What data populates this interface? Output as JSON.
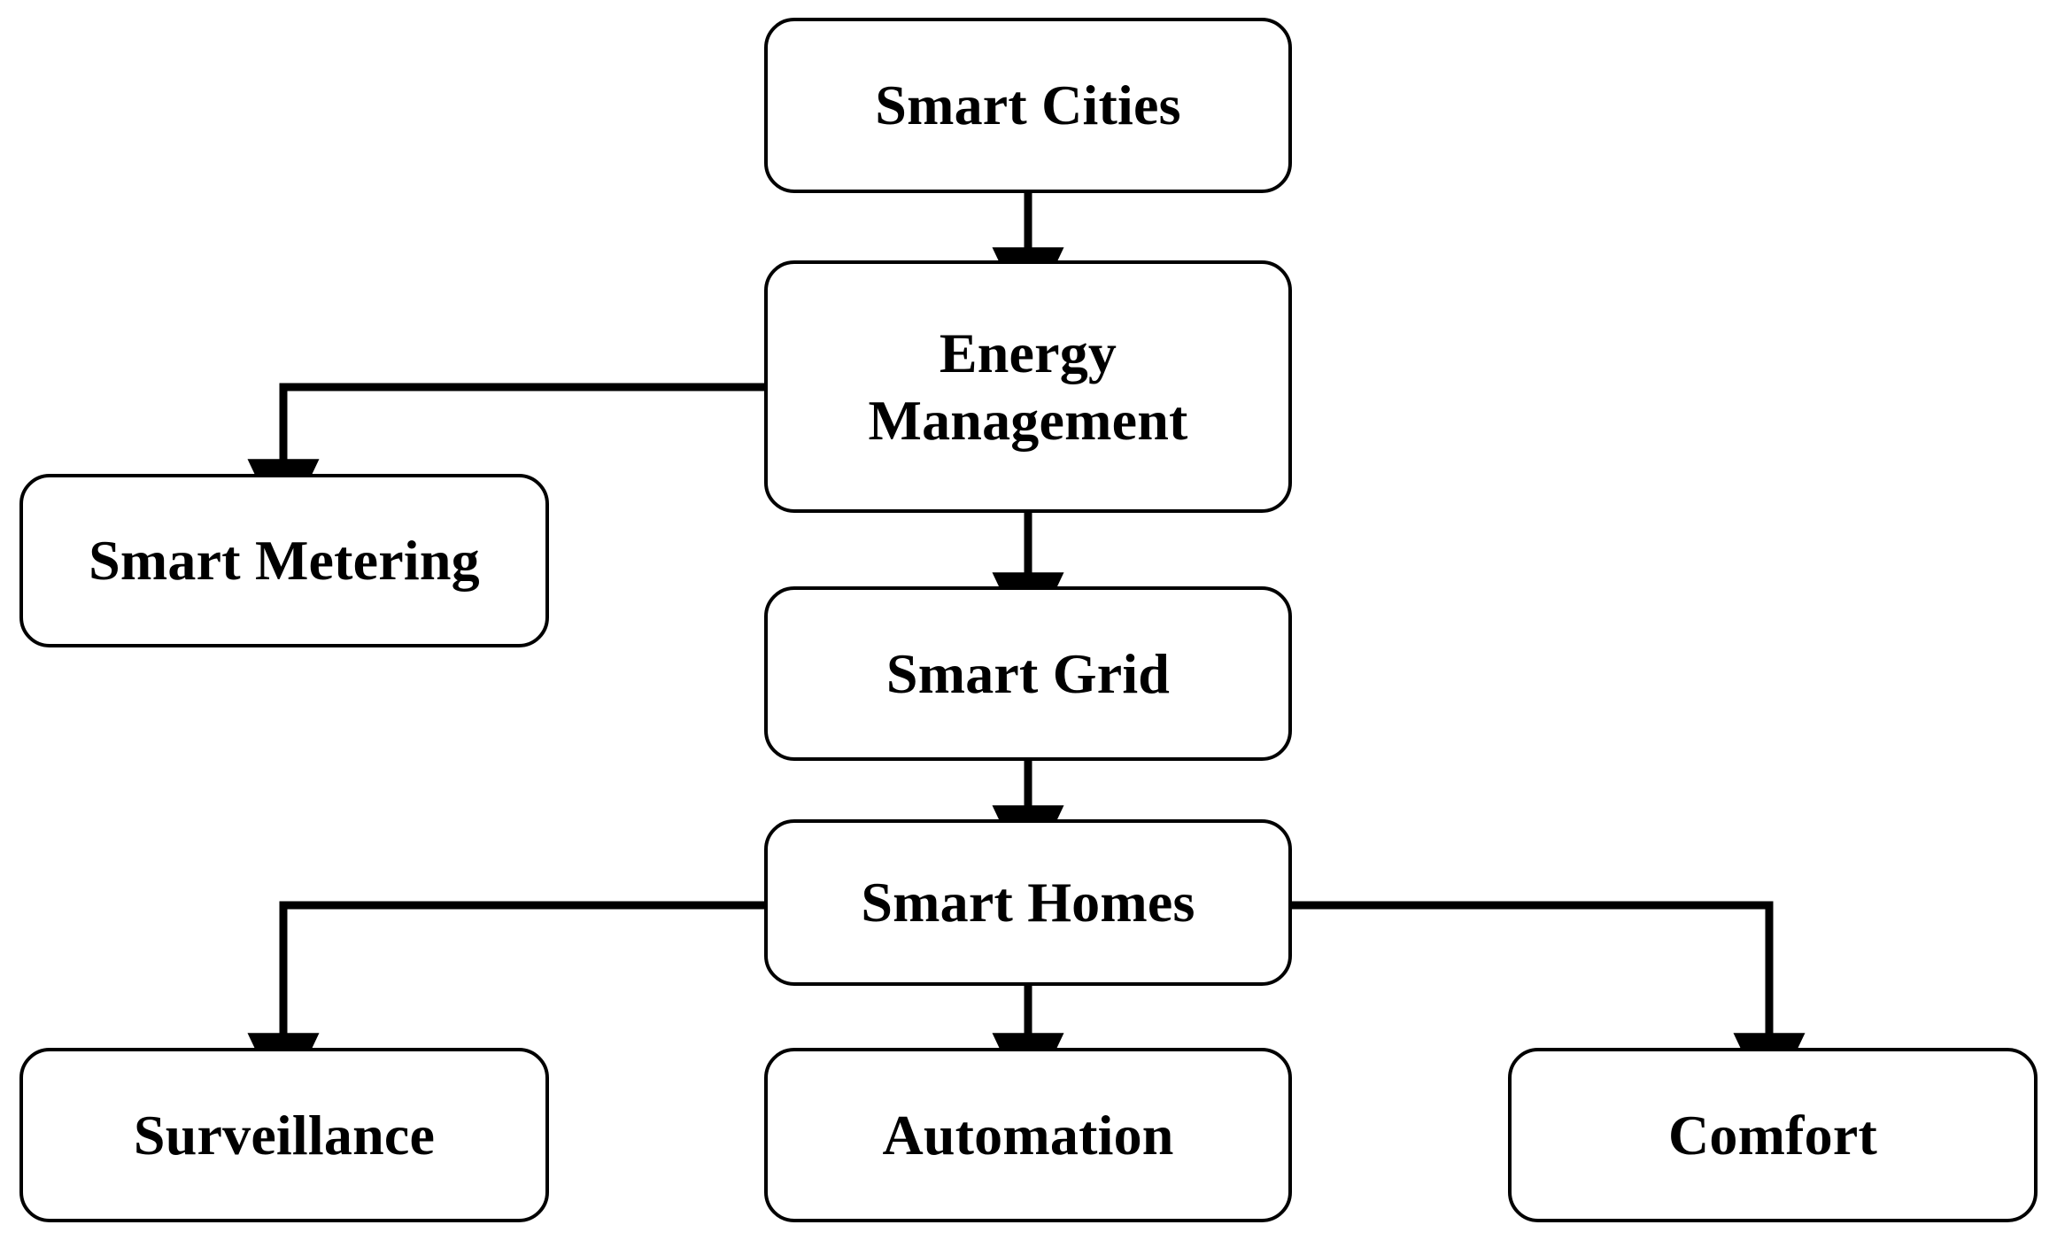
{
  "diagram": {
    "type": "flowchart",
    "orientation": "top-down",
    "background_color": "#FFFFFF",
    "line_color": "#000000",
    "text_color": "#000000",
    "nodes": [
      {
        "id": "smart-cities",
        "label": "Smart Cities"
      },
      {
        "id": "energy-management",
        "label": "Energy\nManagement"
      },
      {
        "id": "smart-metering",
        "label": "Smart Metering"
      },
      {
        "id": "smart-grid",
        "label": "Smart Grid"
      },
      {
        "id": "smart-homes",
        "label": "Smart Homes"
      },
      {
        "id": "surveillance",
        "label": "Surveillance"
      },
      {
        "id": "automation",
        "label": "Automation"
      },
      {
        "id": "comfort",
        "label": "Comfort"
      }
    ],
    "edges": [
      {
        "from": "smart-cities",
        "to": "energy-management",
        "style": "straight-down"
      },
      {
        "from": "energy-management",
        "to": "smart-metering",
        "style": "elbow-left"
      },
      {
        "from": "energy-management",
        "to": "smart-grid",
        "style": "straight-down"
      },
      {
        "from": "smart-grid",
        "to": "smart-homes",
        "style": "straight-down"
      },
      {
        "from": "smart-homes",
        "to": "surveillance",
        "style": "elbow-left"
      },
      {
        "from": "smart-homes",
        "to": "automation",
        "style": "straight-down"
      },
      {
        "from": "smart-homes",
        "to": "comfort",
        "style": "elbow-right"
      }
    ]
  }
}
